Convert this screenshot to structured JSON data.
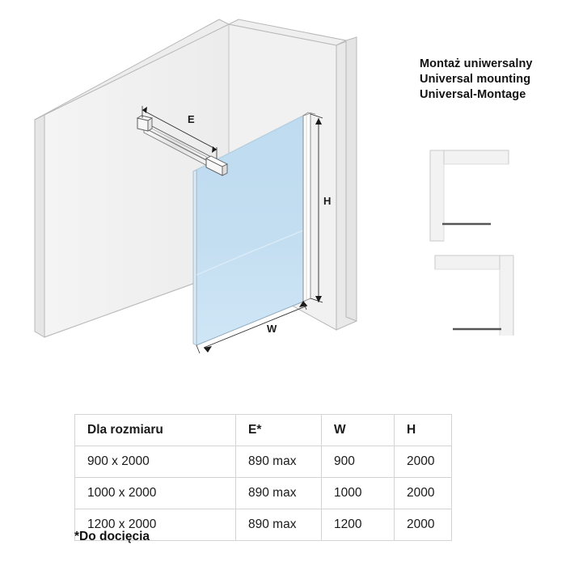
{
  "mounting": {
    "title_pl": "Montaż uniwersalny",
    "title_en": "Universal mounting",
    "title_de": "Universal-Montage",
    "figures": [
      {
        "name": "corner-left",
        "description": "L-shaped wall corner with glass panel mounted on left wall"
      },
      {
        "name": "corner-right",
        "description": "Mirrored L-shaped wall corner with glass panel mounted on right wall"
      }
    ]
  },
  "drawing": {
    "labels": {
      "e": "E",
      "w": "W",
      "h": "H"
    },
    "parts": {
      "back_wall": "back-wall",
      "side_wall": "side-wall",
      "glass_panel": "glass-panel",
      "support_bar": "support-bar",
      "wall_bracket": "wall-bracket",
      "glass_bracket": "glass-bracket",
      "profile": "vertical-profile"
    }
  },
  "table": {
    "headers": [
      "Dla rozmiaru",
      "E*",
      "W",
      "H"
    ],
    "rows": [
      [
        "900 x 2000",
        "890 max",
        "900",
        "2000"
      ],
      [
        "1000 x 2000",
        "890 max",
        "1000",
        "2000"
      ],
      [
        "1200 x 2000",
        "890 max",
        "1200",
        "2000"
      ]
    ]
  },
  "footnote": "*Do docięcia",
  "colors": {
    "glass": "#c2dcf0",
    "glass_lower": "#cfe5f5",
    "wall_face": "#f0f0f0",
    "wall_top": "#e8e8e8",
    "outline": "#9a9a9a",
    "dim_line": "#2b2b2b",
    "text": "#111111",
    "table_border": "#d3d3d3"
  }
}
